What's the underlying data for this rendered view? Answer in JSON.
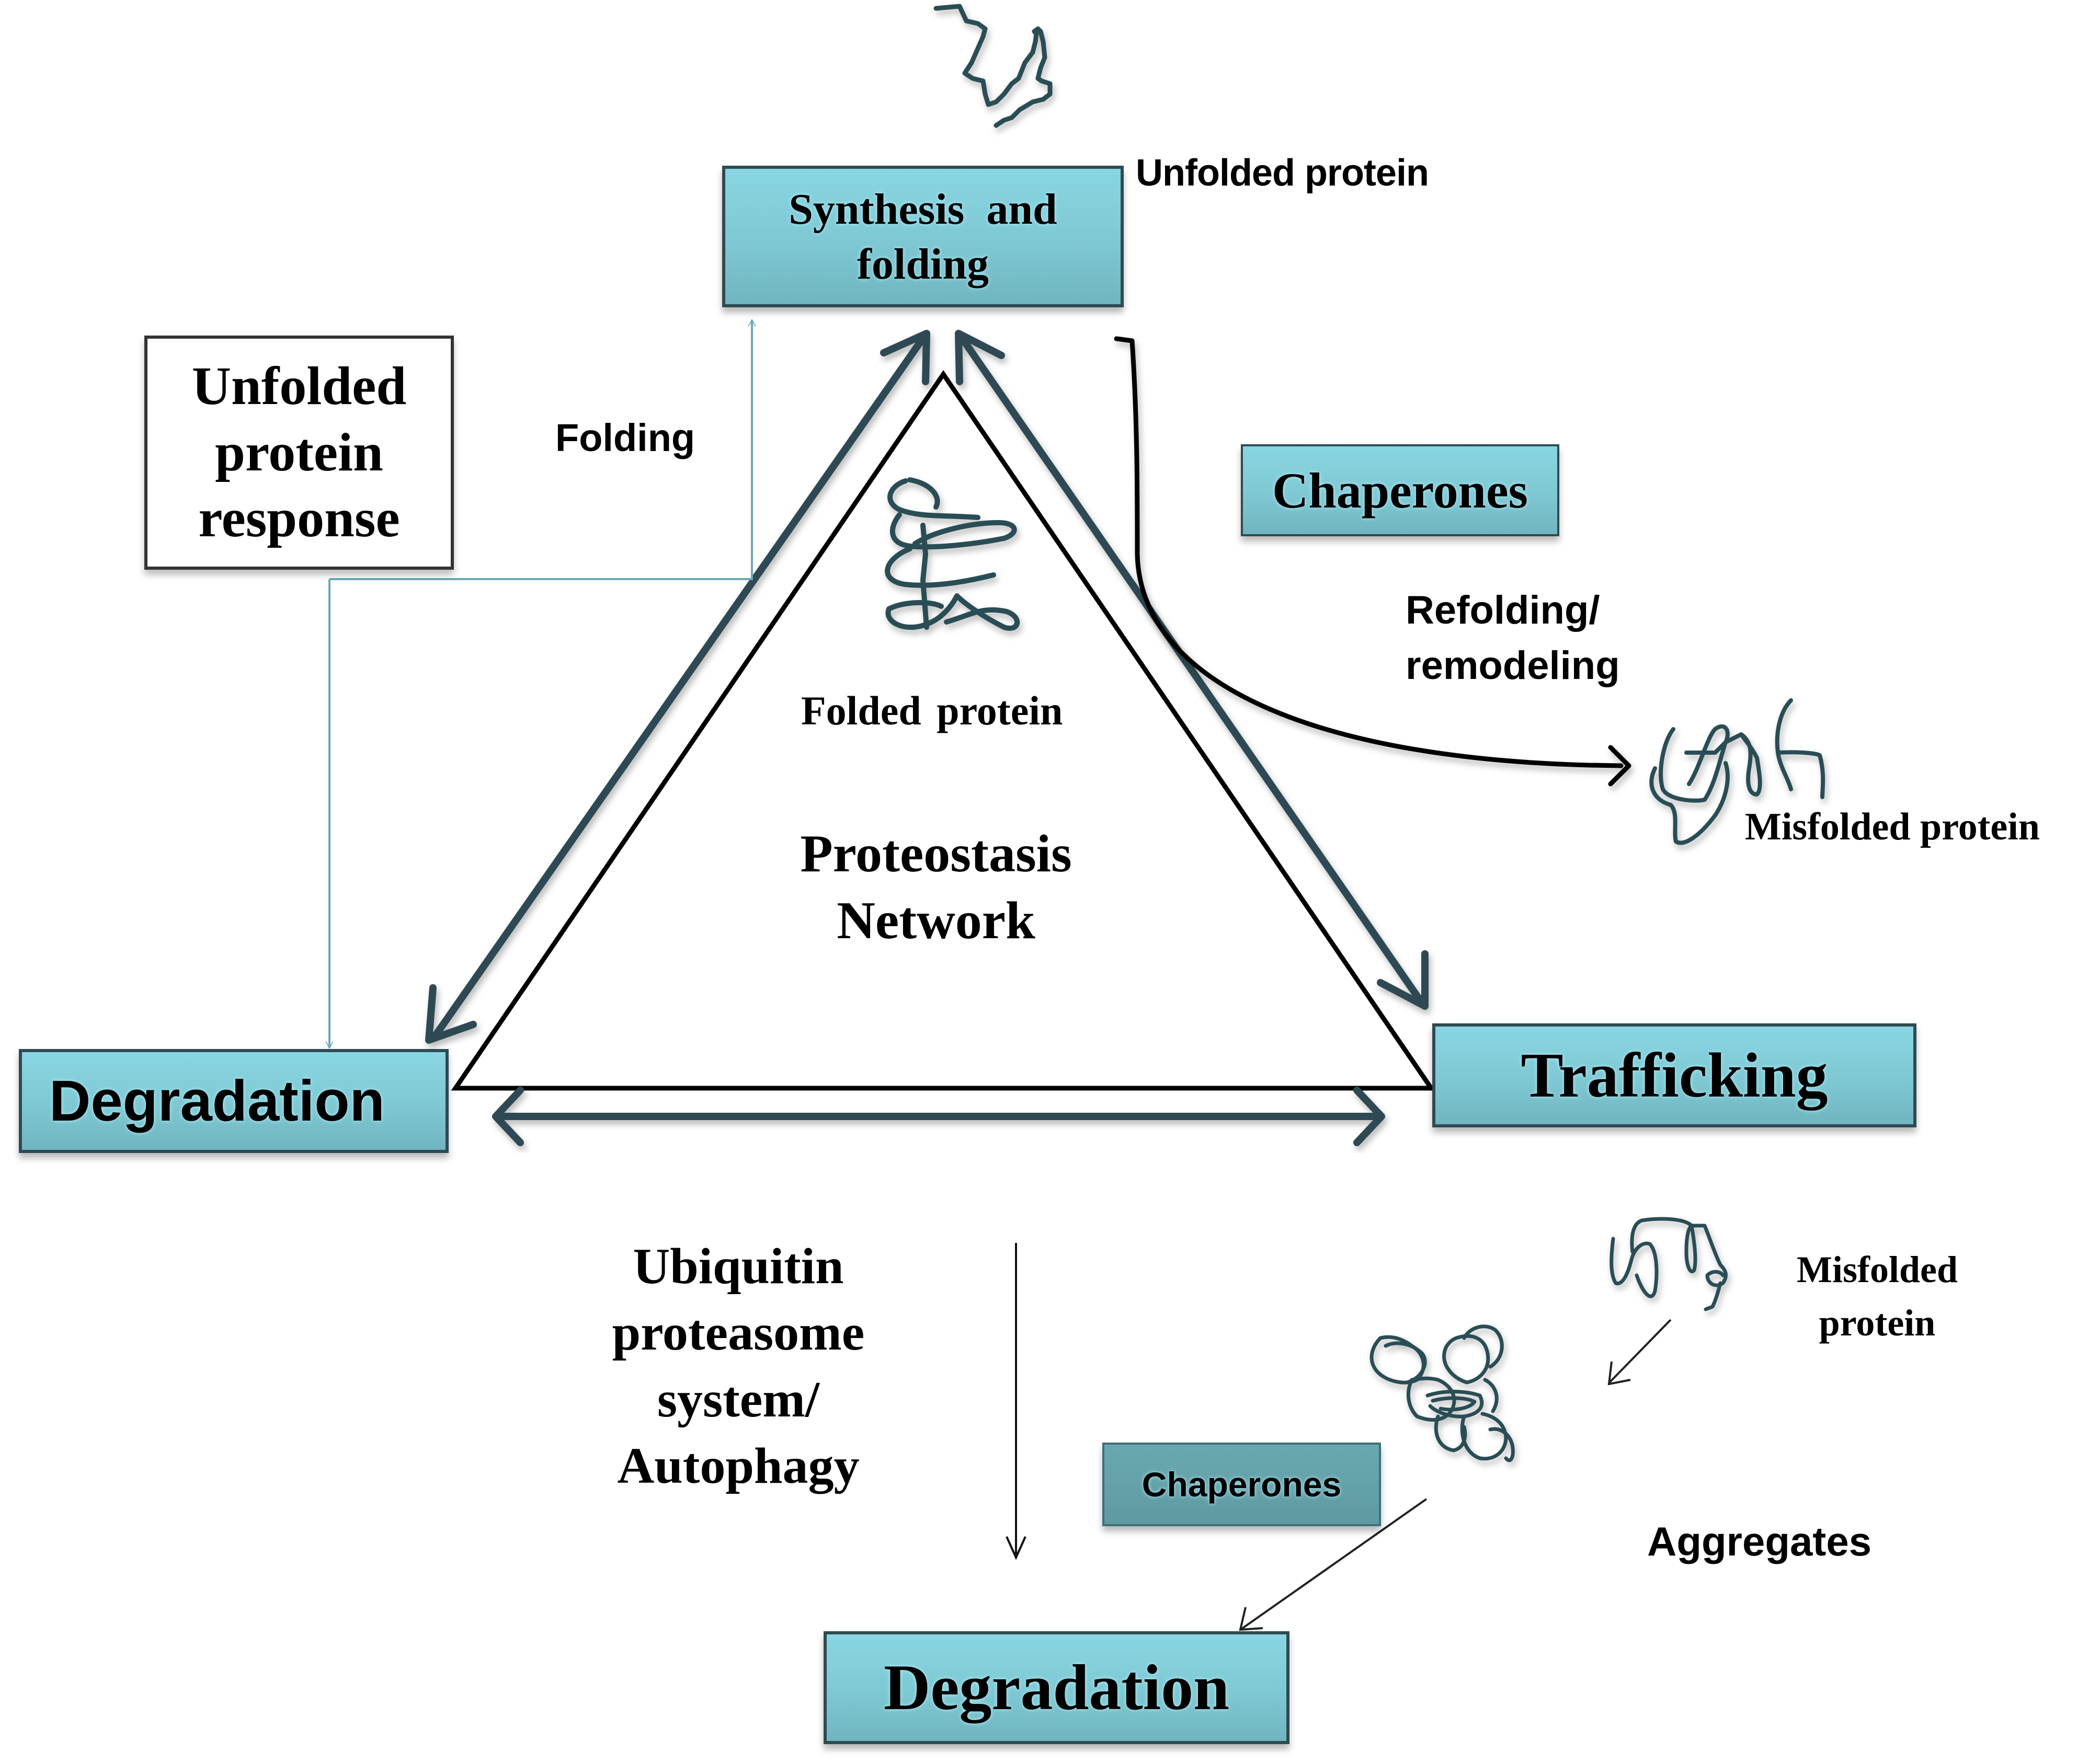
{
  "title": "Proteostasis Network",
  "colors": {
    "box_fill": "#7ec8d3",
    "box_border": "#2f4a52",
    "arrow_teal": "#2f4a52",
    "thin_arrow_teal": "#6aa8b4",
    "black": "#000000",
    "protein_strand": "#2b4e55",
    "small_chaperones_fill": "#5f9aa2"
  },
  "nodes": {
    "synthesis": {
      "line1": "Synthesis  and",
      "line2": "folding"
    },
    "degradation_left": {
      "label": "Degradation"
    },
    "trafficking": {
      "label": "Trafficking"
    },
    "degradation_bottom": {
      "label": "Degradation"
    },
    "chaperones_top": {
      "label": "Chaperones"
    },
    "chaperones_bottom": {
      "label": "Chaperones"
    },
    "upr": {
      "line1": "Unfolded",
      "line2": "protein",
      "line3": "response"
    }
  },
  "labels": {
    "unfolded_protein": "Unfolded protein",
    "folding": "Folding",
    "refolding_line1": "Refolding/",
    "refolding_line2": "remodeling",
    "misfolded_protein_right": "Misfolded protein",
    "folded_protein": "Folded protein",
    "center_line1": "Proteostasis",
    "center_line2": "Network",
    "ups_line1": "Ubiquitin",
    "ups_line2": "proteasome",
    "ups_line3": "system/",
    "ups_line4": "Autophagy",
    "misfolded_lower_line1": "Misfolded",
    "misfolded_lower_line2": "protein",
    "aggregates": "Aggregates"
  },
  "icons": [
    "unfolded-protein-strand-icon",
    "folded-protein-coil-icon",
    "misfolded-protein-strand-icon",
    "misfolded-protein-small-icon",
    "protein-aggregate-icon"
  ]
}
